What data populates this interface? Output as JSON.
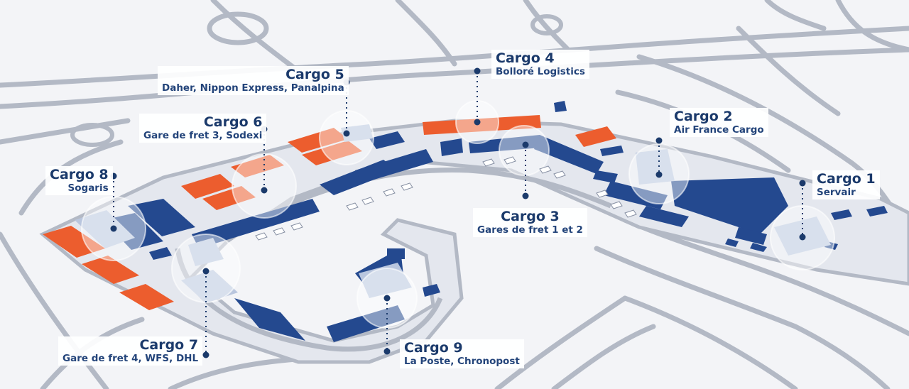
{
  "map": {
    "colors": {
      "background": "#f3f4f7",
      "road": "#a9b0bd",
      "building_blue": "#24498f",
      "building_orange": "#ec5d2e",
      "highlight": "#b9c6de",
      "label_text": "#1b3a6b"
    },
    "zones": [
      {
        "id": "cargo-1",
        "name": "Cargo 1",
        "operators": "Servair"
      },
      {
        "id": "cargo-2",
        "name": "Cargo 2",
        "operators": "Air France Cargo"
      },
      {
        "id": "cargo-3",
        "name": "Cargo 3",
        "operators": "Gares de fret 1 et 2"
      },
      {
        "id": "cargo-4",
        "name": "Cargo 4",
        "operators": "Bolloré Logistics"
      },
      {
        "id": "cargo-5",
        "name": "Cargo 5",
        "operators": "Daher, Nippon Express, Panalpina"
      },
      {
        "id": "cargo-6",
        "name": "Cargo 6",
        "operators": "Gare de fret 3, Sodexi"
      },
      {
        "id": "cargo-7",
        "name": "Cargo 7",
        "operators": "Gare de fret 4, WFS, DHL"
      },
      {
        "id": "cargo-8",
        "name": "Cargo 8",
        "operators": "Sogaris"
      },
      {
        "id": "cargo-9",
        "name": "Cargo 9",
        "operators": "La Poste,  Chronopost"
      }
    ]
  }
}
